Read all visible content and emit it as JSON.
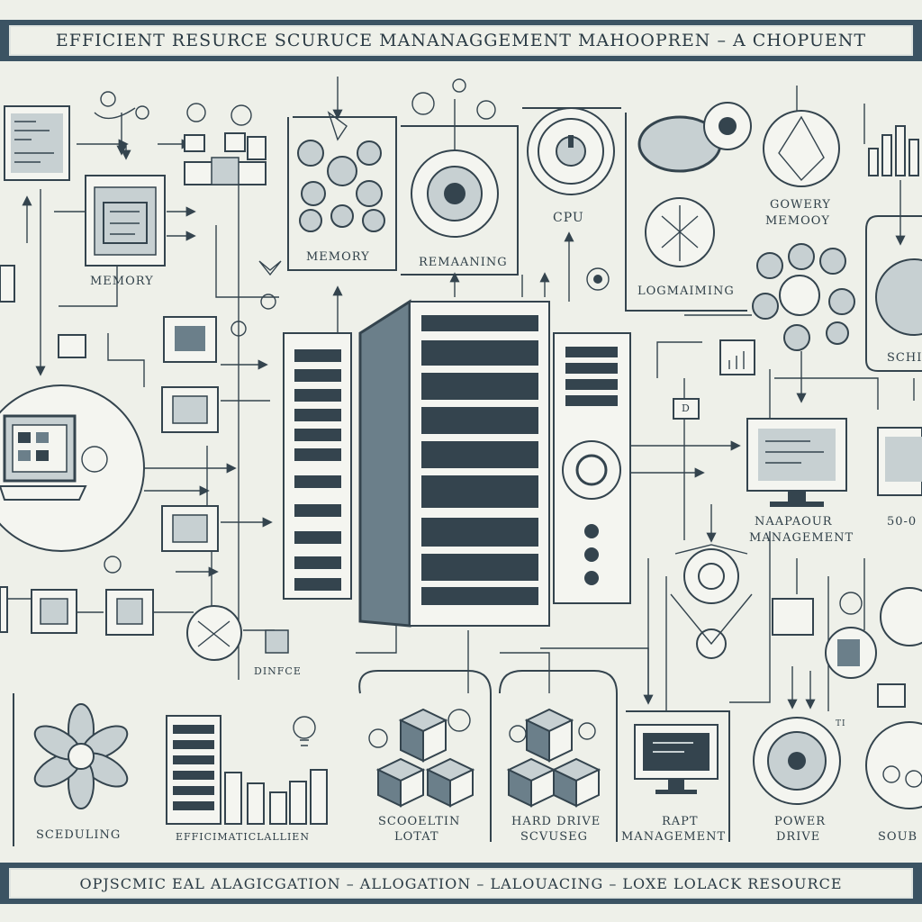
{
  "banners": {
    "top": "EFFICIENT RESURCE SCURUCE MANANAGGEMENT  MAHOOPREN – A CHOPUENT",
    "bottom": "OPJSCMIC EAL   ALAGICGATION  –  ALLOGATION  –  LALOUACING  –  LOXE LOLACK RESOURCE"
  },
  "labels": {
    "memory_left": "MEMORY",
    "memory_top": "MEMORY",
    "renaming": "REMAANING",
    "cpu": "CPU",
    "logmaining": "LOGMAIMING",
    "gowery_memory_line1": "GOWERY",
    "gowery_memory_line2": "MEMOOY",
    "sch": "SCHI",
    "naapour_line1": "NAAPAOUR",
    "naapour_line2": "MANAGEMENT",
    "fifty": "50-0",
    "dinf": "DINFCE",
    "scheduling": "SCEDULING",
    "efficient_alloc": "EFFICIMATICLALLIEN",
    "scoeltin_line1": "SCOOELTIN",
    "scoeltin_line2": "LOTAT",
    "hard_drive_line1": "HARD DRIVE",
    "hard_drive_line2": "SCVUSEG",
    "rapt_line1": "RAPT",
    "rapt_line2": "MANAGEMENT",
    "power_drive_line1": "POWER",
    "power_drive_line2": "DRIVE",
    "soub": "SOUB",
    "ti": "TI",
    "d_box": "D"
  },
  "colors": {
    "ink": "#34444e",
    "banner": "#3b5363",
    "paper": "#eef0e9"
  }
}
